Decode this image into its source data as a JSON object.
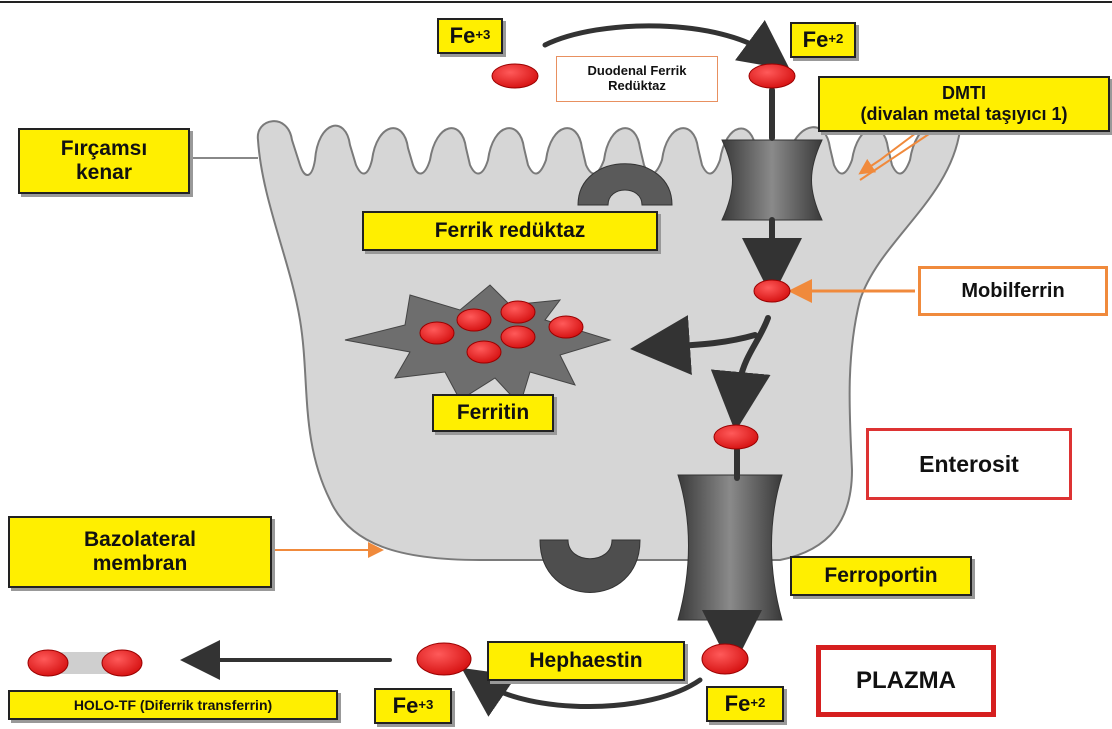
{
  "labels": {
    "fe3_top": {
      "base": "Fe",
      "sup": "+3"
    },
    "fe2_top": {
      "base": "Fe",
      "sup": "+2"
    },
    "duodenal_line1": "Duodenal Ferrik",
    "duodenal_line2": "Redüktaz",
    "dmt1_line1": "DMTI",
    "dmt1_line2": "(divalan metal taşıyıcı 1)",
    "fircamsi_line1": "Fırçamsı",
    "fircamsi_line2": "kenar",
    "ferrik_reduktaz": "Ferrik redüktaz",
    "mobilferrin": "Mobilferrin",
    "ferritin": "Ferritin",
    "enterosit": "Enterosit",
    "bazolateral_line1": "Bazolateral",
    "bazolateral_line2": "membran",
    "ferroportin": "Ferroportin",
    "hephaestin": "Hephaestin",
    "plazma": "PLAZMA",
    "holo_tf": "HOLO-TF (Diferrik transferrin)",
    "fe3_bottom": {
      "base": "Fe",
      "sup": "+3"
    },
    "fe2_bottom": {
      "base": "Fe",
      "sup": "+2"
    }
  },
  "colors": {
    "label_fill": "#ffef00",
    "iron_red": "#e11d1d",
    "cell_gray": "#d6d6d6",
    "protein_dark": "#555555",
    "pointer_orange": "#f08a3c",
    "plazma_border": "#d61f1f"
  }
}
